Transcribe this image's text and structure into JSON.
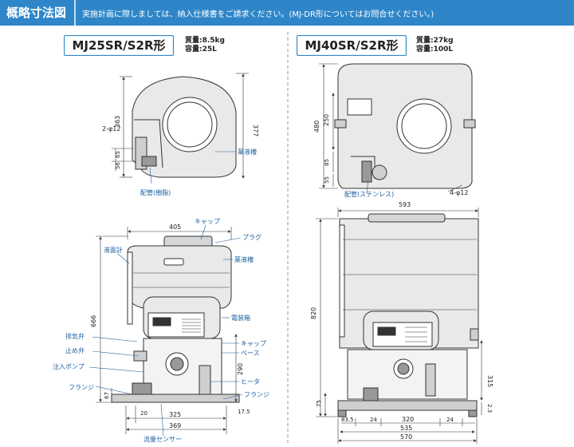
{
  "header": {
    "title": "概略寸法図",
    "note": "実施計画に際しましては、納入仕様書をご請求ください。(MJ-DR形についてはお問合せください。)"
  },
  "left": {
    "model": "MJ25SR/S2R形",
    "weight": "質量:8.5kg",
    "capacity": "容量:25L",
    "side": {
      "dim_total": "363",
      "dim_right": "377",
      "dim_phi": "2-φ12",
      "dim_65": "65",
      "dim_56": "56",
      "label_tank": "薬液槽",
      "label_pipe": "配管(樹脂)"
    },
    "front": {
      "dim_width": "405",
      "dim_height": "666",
      "dim_290": "290",
      "dim_67": "67",
      "dim_20": "20",
      "dim_325": "325",
      "dim_369": "369",
      "dim_175": "17.5",
      "label_cap_top": "キャップ",
      "label_plug": "プラグ",
      "label_level": "液面計",
      "label_tank": "薬液槽",
      "label_box": "電装箱",
      "label_vent": "排気弁",
      "label_stop": "止め弁",
      "label_pump": "注入ポンプ",
      "label_cap": "キャップ",
      "label_base": "ベース",
      "label_heater": "ヒータ",
      "label_flange_l": "フランジ",
      "label_flange_r": "フランジ",
      "label_sensor": "流量センサー"
    }
  },
  "right": {
    "model": "MJ40SR/S2R形",
    "weight": "質量:27kg",
    "capacity": "容量:100L",
    "side": {
      "dim_480": "480",
      "dim_250": "250",
      "dim_85": "85",
      "dim_55": "55",
      "dim_phi": "4-φ12",
      "label_pipe": "配管(ステンレス)"
    },
    "front": {
      "dim_593": "593",
      "dim_820": "820",
      "dim_315": "315",
      "dim_75": "75",
      "dim_23": "2.3",
      "dim_835": "83.5",
      "dim_24a": "24",
      "dim_320": "320",
      "dim_24b": "24",
      "dim_535": "535",
      "dim_570": "570"
    }
  },
  "colors": {
    "accent": "#2e86c8",
    "tank_fill": "#e9e9e9",
    "line": "#333333",
    "label": "#1d5fa0"
  }
}
